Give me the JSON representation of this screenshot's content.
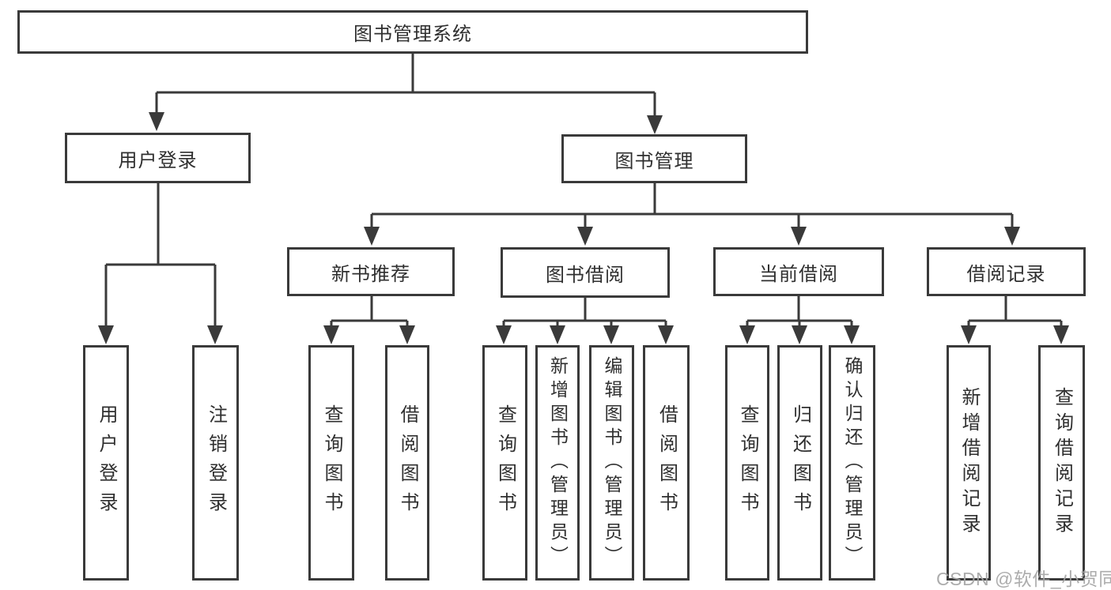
{
  "diagram": {
    "root": {
      "label": "图书管理系统",
      "children": [
        {
          "label": "用户登录",
          "children": [
            {
              "label": "用户登录"
            },
            {
              "label": "注销登录"
            }
          ]
        },
        {
          "label": "图书管理",
          "children": [
            {
              "label": "新书推荐",
              "children": [
                {
                  "label": "查询图书"
                },
                {
                  "label": "借阅图书"
                }
              ]
            },
            {
              "label": "图书借阅",
              "children": [
                {
                  "label": "查询图书"
                },
                {
                  "label": "新增图书（管理员）"
                },
                {
                  "label": "编辑图书（管理员）"
                },
                {
                  "label": "借阅图书"
                }
              ]
            },
            {
              "label": "当前借阅",
              "children": [
                {
                  "label": "查询图书"
                },
                {
                  "label": "归还图书"
                },
                {
                  "label": "确认归还（管理员）"
                }
              ]
            },
            {
              "label": "借阅记录",
              "children": [
                {
                  "label": "新增借阅记录"
                },
                {
                  "label": "查询借阅记录"
                }
              ]
            }
          ]
        }
      ]
    },
    "watermark": "CSDN @软件_小贺同学",
    "colors": {
      "line": "#3a3a3a",
      "box_border": "#3a3a3a",
      "box_fill": "#ffffff",
      "text": "#2f2f2f",
      "watermark": "#a5a5a5",
      "background": "#ffffff"
    }
  }
}
